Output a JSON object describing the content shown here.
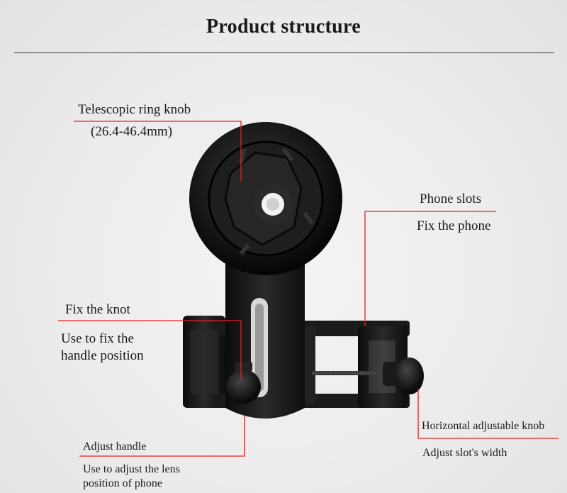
{
  "title": "Product structure",
  "callouts": {
    "ring_knob": {
      "name": "Telescopic ring knob",
      "desc": "(26.4-46.4mm)"
    },
    "phone_slots": {
      "name": "Phone slots",
      "desc": "Fix the phone"
    },
    "fix_knot": {
      "name": "Fix the knot",
      "desc_line1": "Use to fix the",
      "desc_line2": "handle position"
    },
    "adjust_handle": {
      "name": "Adjust handle",
      "desc_line1": "Use to adjust the lens",
      "desc_line2": "position of phone"
    },
    "horizontal_knob": {
      "name": "Horizontal adjustable knob",
      "desc": "Adjust slot's width"
    }
  },
  "colors": {
    "leader_line": "#e8201e",
    "device": "#141414",
    "title_rule": "#333333"
  }
}
